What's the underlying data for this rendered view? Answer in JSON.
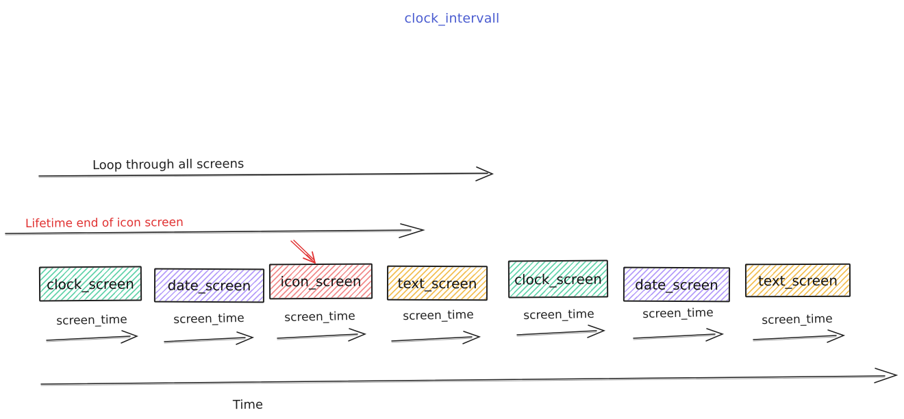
{
  "title": {
    "text": "clock_intervall",
    "color": "#4a5cd0"
  },
  "annotations": {
    "loop_arrow_label": "Loop through all screens",
    "lifetime_label": "Lifetime end of icon screen",
    "lifetime_color": "#e03131",
    "screen_time_label": "screen_time",
    "time_axis_label": "Time"
  },
  "colors": {
    "stroke": "#1f1f1f",
    "red_accent": "#e03131",
    "green": "#63d3ab",
    "purple": "#b49cfa",
    "red": "#f18a8a",
    "yellow": "#f3bf52"
  },
  "screens": [
    {
      "label": "clock_screen",
      "color": "#63d3ab"
    },
    {
      "label": "date_screen",
      "color": "#b49cfa"
    },
    {
      "label": "icon_screen",
      "color": "#f18a8a",
      "pointed_by_red_arrow": true
    },
    {
      "label": "text_screen",
      "color": "#f3bf52"
    },
    {
      "label": "clock_screen",
      "color": "#63d3ab"
    },
    {
      "label": "date_screen",
      "color": "#b49cfa"
    },
    {
      "label": "text_screen",
      "color": "#f3bf52"
    }
  ]
}
